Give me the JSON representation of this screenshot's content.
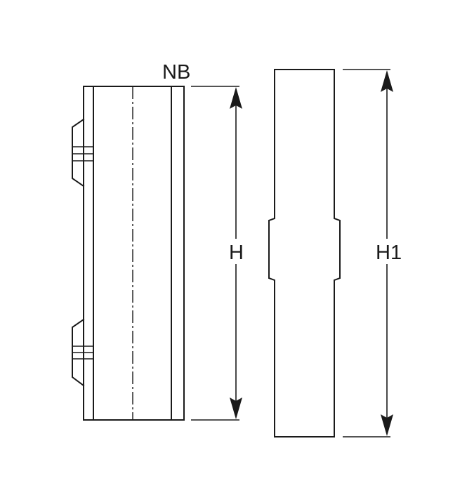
{
  "diagram": {
    "labels": {
      "nb": "NB",
      "h": "H",
      "h1": "H1"
    },
    "colors": {
      "line": "#1a1a1a",
      "background": "#ffffff"
    }
  }
}
